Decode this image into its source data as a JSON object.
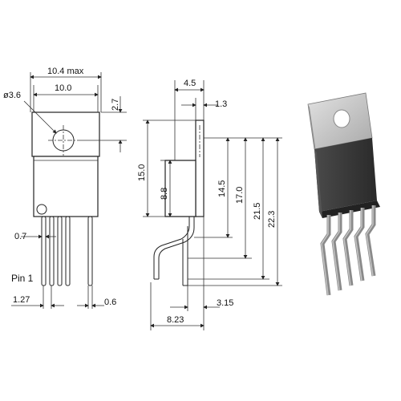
{
  "dimensions": {
    "top_view": {
      "overall_width": "10.4 max",
      "body_width": "10.0",
      "hole_diameter": "ø3.6",
      "tab_edge_to_hole": "2.7",
      "pin_width": "0.7",
      "pin_label": "Pin 1",
      "pin_pitch": "1.27",
      "pin_thickness": "0.6"
    },
    "side_view": {
      "body_thickness": "4.5",
      "tab_thickness": "1.3",
      "tab_height": "15.0",
      "body_height": "8.8",
      "d_14_5": "14.5",
      "d_17_0": "17.0",
      "d_21_5": "21.5",
      "d_22_3": "22.3",
      "lead_offset": "3.15",
      "overall_depth": "8.23"
    }
  },
  "colors": {
    "line": "#222222",
    "package_dark": "#3a3a3a",
    "tab_metal": "#c8c8c8",
    "lead_metal": "#9a9a9a"
  }
}
